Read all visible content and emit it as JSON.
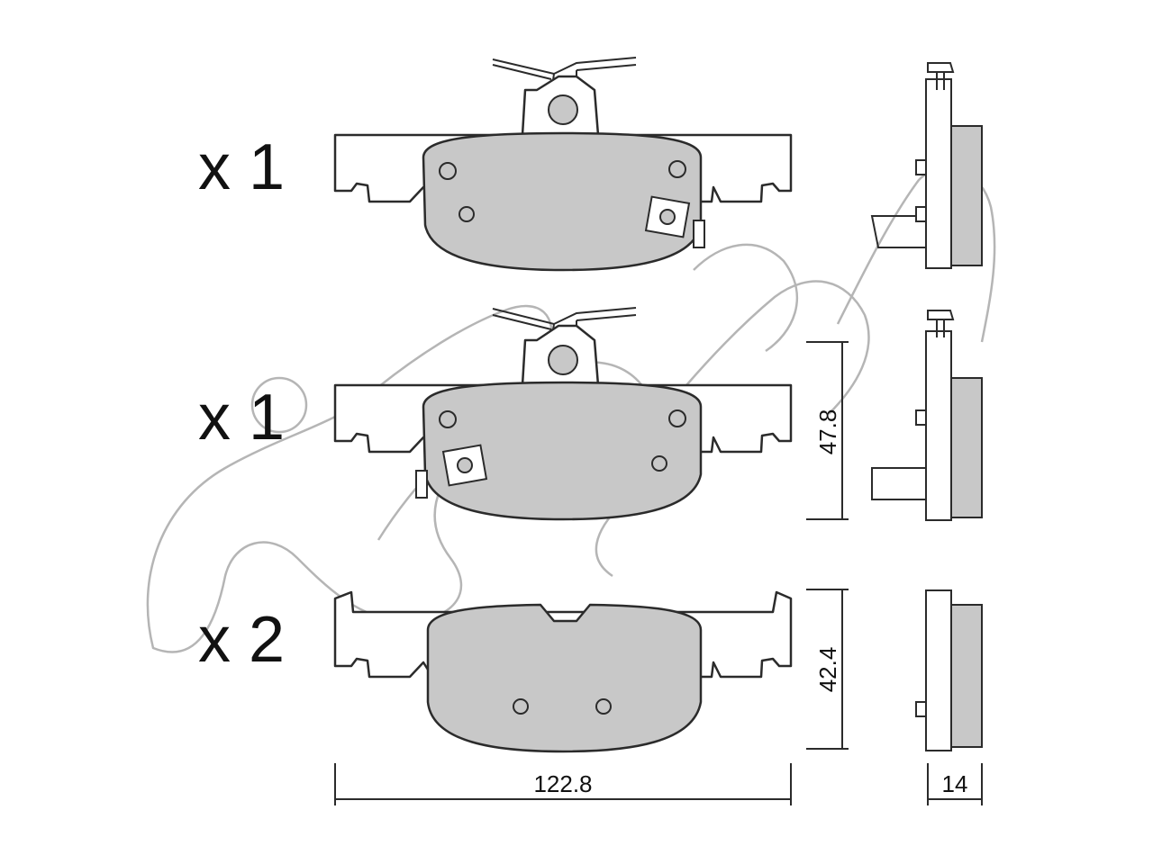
{
  "quantities": {
    "row1": "x 1",
    "row2": "x 1",
    "row3": "x 2"
  },
  "dimensions": {
    "width": "122.8",
    "height_pad_with_sensor": "47.8",
    "height_pad": "42.4",
    "thickness": "14"
  },
  "colors": {
    "friction_material": "#c8c8c8",
    "outline": "#2b2b2b",
    "watermark": "#b5b5b5"
  }
}
